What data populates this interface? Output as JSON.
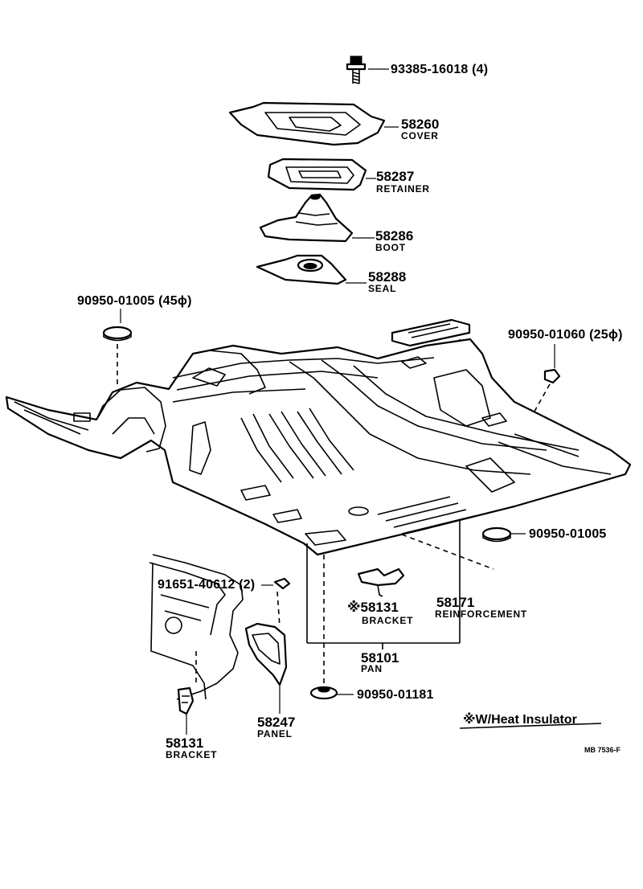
{
  "parts": {
    "bolt": {
      "number": "93385-16018 (4)"
    },
    "cover": {
      "number": "58260",
      "name": "COVER"
    },
    "retainer": {
      "number": "58287",
      "name": "RETAINER"
    },
    "boot": {
      "number": "58286",
      "name": "BOOT"
    },
    "seal": {
      "number": "58288",
      "name": "SEAL"
    },
    "plug_left": {
      "number": "90950-01005 (45ϕ)"
    },
    "plug_right": {
      "number": "90950-01060 (25ϕ)"
    },
    "plug_right_lower": {
      "number": "90950-01005"
    },
    "screw": {
      "number": "91651-40612 (2)"
    },
    "bracket_center": {
      "number": "※58131",
      "name": "BRACKET"
    },
    "reinforcement": {
      "number": "58171",
      "name": "REINFORCEMENT"
    },
    "pan": {
      "number": "58101",
      "name": "PAN"
    },
    "plug_bottom": {
      "number": "90950-01181"
    },
    "panel": {
      "number": "58247",
      "name": "PANEL"
    },
    "bracket_left": {
      "number": "58131",
      "name": "BRACKET"
    }
  },
  "note": "※W/Heat Insulator",
  "diagram_code": "MB  7536-F"
}
